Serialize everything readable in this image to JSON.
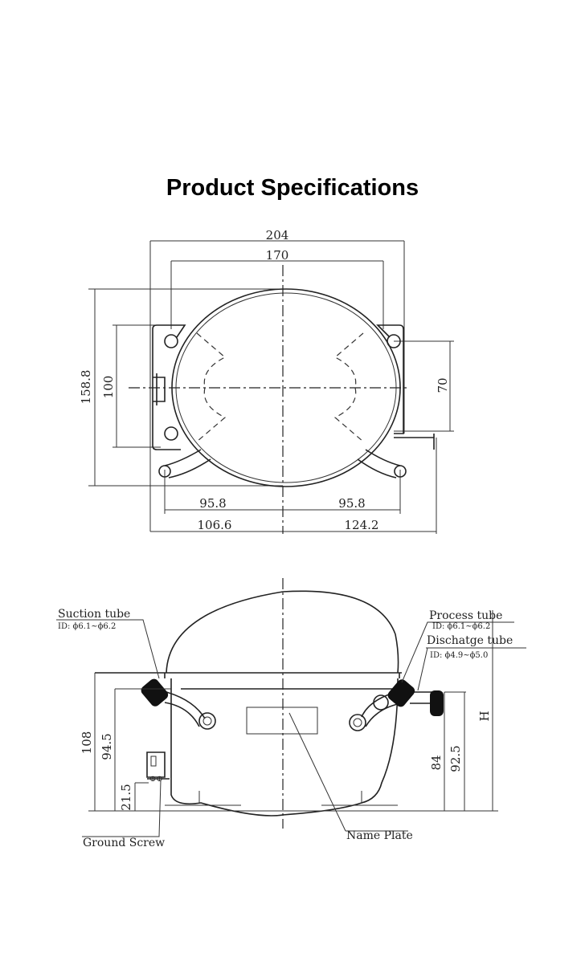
{
  "title": "Product Specifications",
  "top_view": {
    "dims": {
      "overall_width": "204",
      "mount_width": "170",
      "height": "158.8",
      "mount_height": "100",
      "right_height": "70",
      "left_foot": "95.8",
      "right_foot": "95.8",
      "left_total": "106.6",
      "right_total": "124.2"
    }
  },
  "side_view": {
    "dims": {
      "h108": "108",
      "h94_5": "94.5",
      "h21_5": "21.5",
      "h84": "84",
      "h92_5": "92.5",
      "h": "H"
    },
    "labels": {
      "suction": "Suction tube",
      "suction_id": "ID:  ϕ6.1~ϕ6.2",
      "process": "Process tube",
      "process_id": "ID:  ϕ6.1~ϕ6.2",
      "discharge": "Dischatge tube",
      "discharge_id": "ID:  ϕ4.9~ϕ5.0",
      "ground": "Ground Screw",
      "nameplate": "Name Plate"
    }
  }
}
